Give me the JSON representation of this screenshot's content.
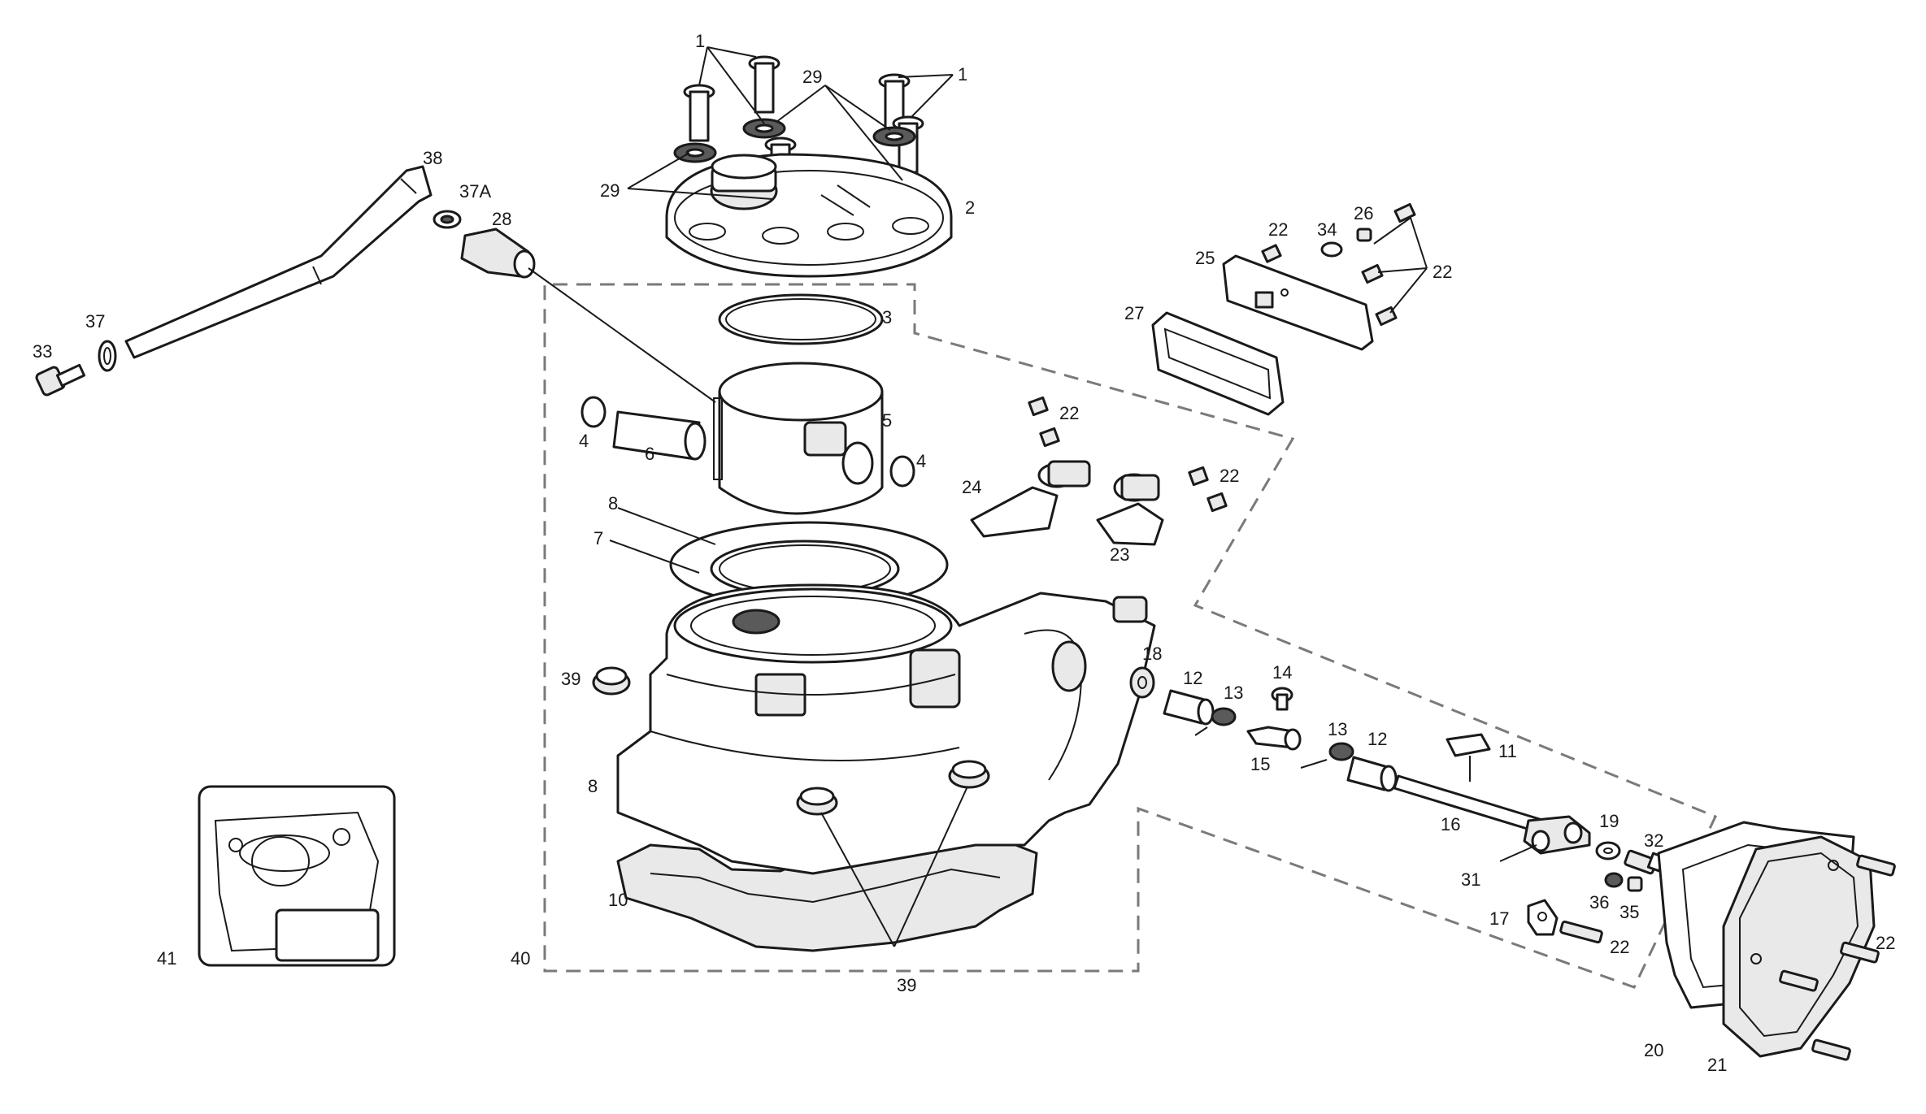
{
  "callouts": {
    "c1": "1",
    "c1b": "1",
    "c2": "2",
    "c3": "3",
    "c4a": "4",
    "c4b": "4",
    "c5": "5",
    "c6": "6",
    "c7": "7",
    "c8a": "8",
    "c8b": "8",
    "c10": "10",
    "c11": "11",
    "c12a": "12",
    "c12b": "12",
    "c13a": "13",
    "c13b": "13",
    "c14": "14",
    "c15": "15",
    "c16": "16",
    "c17": "17",
    "c18": "18",
    "c19": "19",
    "c20": "20",
    "c21": "21",
    "c22a": "22",
    "c22b": "22",
    "c22c": "22",
    "c22d": "22",
    "c22e": "22",
    "c22f": "22",
    "c23": "23",
    "c24": "24",
    "c25": "25",
    "c26": "26",
    "c27": "27",
    "c28": "28",
    "c29a": "29",
    "c29b": "29",
    "c31": "31",
    "c32": "32",
    "c33": "33",
    "c34": "34",
    "c35": "35",
    "c36": "36",
    "c37": "37",
    "c37a": "37A",
    "c38": "38",
    "c39a": "39",
    "c39b": "39",
    "c40": "40",
    "c41": "41"
  }
}
